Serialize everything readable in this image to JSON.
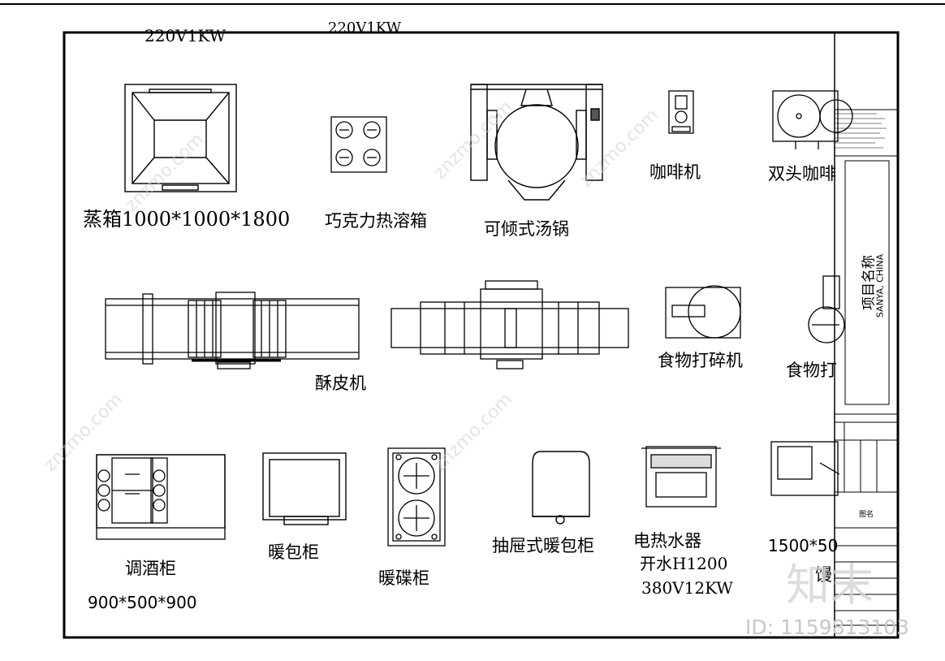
{
  "top_note_left": "220V1KW",
  "top_note_right": "220V1KW",
  "equipment": {
    "steamer": "蒸箱1000*1000*1800",
    "chocolate_melter": "巧克力热溶箱",
    "tilting_kettle": "可倾式汤锅",
    "coffee_machine": "咖啡机",
    "double_coffee": "双头咖啡",
    "dough_sheeter": "酥皮机",
    "food_processor_1": "食物打碎机",
    "food_processor_2": "食物打",
    "bar_cabinet": "调酒柜",
    "bar_cabinet_size": "900*500*900",
    "warming_cabinet": "暖包柜",
    "plate_warmer": "暖碟柜",
    "drawer_warmer": "抽屉式暖包柜",
    "water_heater": "电热水器",
    "water_heater_spec1": "开水H1200",
    "water_heater_spec2": "380V12KW",
    "partial_size": "1500*50",
    "partial_label": "馒"
  },
  "title_block": {
    "project_name": "项目名称",
    "location": "SANYA, CHINA",
    "drawing_name": "图名"
  },
  "watermark": {
    "site": "znzmo.com",
    "brand": "知末",
    "id": "ID: 1159813103"
  }
}
